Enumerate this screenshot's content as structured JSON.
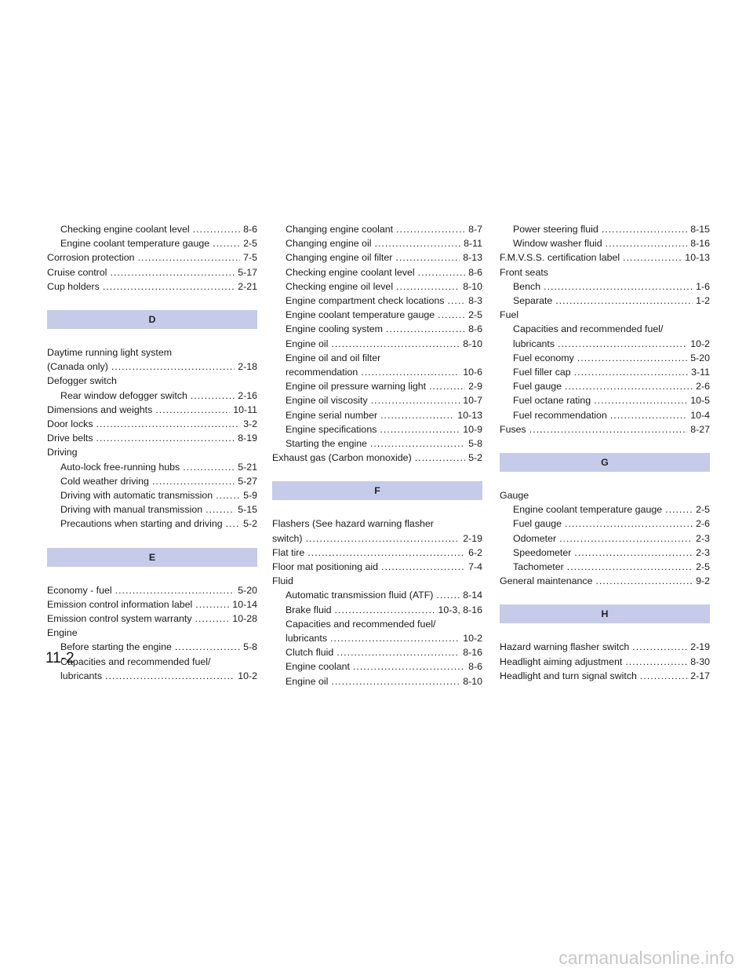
{
  "columns": [
    [
      {
        "kind": "entry",
        "text": "Checking engine coolant level",
        "page": "8-6",
        "indent": 1
      },
      {
        "kind": "entry",
        "text": "Engine coolant temperature gauge",
        "page": "2-5",
        "indent": 1
      },
      {
        "kind": "entry",
        "text": "Corrosion protection",
        "page": "7-5",
        "indent": 0
      },
      {
        "kind": "entry",
        "text": "Cruise control",
        "page": "5-17",
        "indent": 0
      },
      {
        "kind": "entry",
        "text": "Cup holders",
        "page": "2-21",
        "indent": 0
      },
      {
        "kind": "section",
        "text": "D"
      },
      {
        "kind": "label",
        "text": "Daytime running light system",
        "indent": 0
      },
      {
        "kind": "entry",
        "text": "(Canada only)",
        "page": "2-18",
        "indent": 0
      },
      {
        "kind": "label",
        "text": "Defogger switch",
        "indent": 0
      },
      {
        "kind": "entry",
        "text": "Rear window defogger switch",
        "page": "2-16",
        "indent": 1
      },
      {
        "kind": "entry",
        "text": "Dimensions and weights",
        "page": "10-11",
        "indent": 0
      },
      {
        "kind": "entry",
        "text": "Door locks",
        "page": "3-2",
        "indent": 0
      },
      {
        "kind": "entry",
        "text": "Drive belts",
        "page": "8-19",
        "indent": 0
      },
      {
        "kind": "label",
        "text": "Driving",
        "indent": 0
      },
      {
        "kind": "entry",
        "text": "Auto-lock free-running hubs",
        "page": "5-21",
        "indent": 1
      },
      {
        "kind": "entry",
        "text": "Cold weather driving",
        "page": "5-27",
        "indent": 1
      },
      {
        "kind": "entry",
        "text": "Driving with automatic transmission",
        "page": "5-9",
        "indent": 1
      },
      {
        "kind": "entry",
        "text": "Driving with manual transmission",
        "page": "5-15",
        "indent": 1
      },
      {
        "kind": "entry",
        "text": "Precautions when starting and driving",
        "page": "5-2",
        "indent": 1
      },
      {
        "kind": "section",
        "text": "E"
      },
      {
        "kind": "entry",
        "text": "Economy - fuel",
        "page": "5-20",
        "indent": 0
      },
      {
        "kind": "entry",
        "text": "Emission control information label",
        "page": "10-14",
        "indent": 0
      },
      {
        "kind": "entry",
        "text": "Emission control system warranty",
        "page": "10-28",
        "indent": 0
      },
      {
        "kind": "label",
        "text": "Engine",
        "indent": 0
      },
      {
        "kind": "entry",
        "text": "Before starting the engine",
        "page": "5-8",
        "indent": 1
      },
      {
        "kind": "label",
        "text": "Capacities and recommended fuel/",
        "indent": 1
      },
      {
        "kind": "entry",
        "text": "lubricants",
        "page": "10-2",
        "indent": 1
      }
    ],
    [
      {
        "kind": "entry",
        "text": "Changing engine coolant",
        "page": "8-7",
        "indent": 1
      },
      {
        "kind": "entry",
        "text": "Changing engine oil",
        "page": "8-11",
        "indent": 1
      },
      {
        "kind": "entry",
        "text": "Changing engine oil filter",
        "page": "8-13",
        "indent": 1
      },
      {
        "kind": "entry",
        "text": "Checking engine coolant level",
        "page": "8-6",
        "indent": 1
      },
      {
        "kind": "entry",
        "text": "Checking engine oil level",
        "page": "8-10",
        "indent": 1
      },
      {
        "kind": "entry",
        "text": "Engine compartment check locations",
        "page": "8-3",
        "indent": 1
      },
      {
        "kind": "entry",
        "text": "Engine coolant temperature gauge",
        "page": "2-5",
        "indent": 1
      },
      {
        "kind": "entry",
        "text": "Engine cooling system",
        "page": "8-6",
        "indent": 1
      },
      {
        "kind": "entry",
        "text": "Engine oil",
        "page": "8-10",
        "indent": 1
      },
      {
        "kind": "label",
        "text": "Engine oil and oil filter",
        "indent": 1
      },
      {
        "kind": "entry",
        "text": "recommendation",
        "page": "10-6",
        "indent": 1
      },
      {
        "kind": "entry",
        "text": "Engine oil pressure warning light",
        "page": "2-9",
        "indent": 1
      },
      {
        "kind": "entry",
        "text": "Engine oil viscosity",
        "page": "10-7",
        "indent": 1
      },
      {
        "kind": "entry",
        "text": "Engine serial number",
        "page": "10-13",
        "indent": 1
      },
      {
        "kind": "entry",
        "text": "Engine specifications",
        "page": "10-9",
        "indent": 1
      },
      {
        "kind": "entry",
        "text": "Starting the engine",
        "page": "5-8",
        "indent": 1
      },
      {
        "kind": "entry",
        "text": "Exhaust gas (Carbon monoxide)",
        "page": "5-2",
        "indent": 0
      },
      {
        "kind": "section",
        "text": "F"
      },
      {
        "kind": "label",
        "text": "Flashers (See hazard warning flasher",
        "indent": 0
      },
      {
        "kind": "entry",
        "text": "switch)",
        "page": "2-19",
        "indent": 0
      },
      {
        "kind": "entry",
        "text": "Flat tire",
        "page": "6-2",
        "indent": 0
      },
      {
        "kind": "entry",
        "text": "Floor mat positioning aid",
        "page": "7-4",
        "indent": 0
      },
      {
        "kind": "label",
        "text": "Fluid",
        "indent": 0
      },
      {
        "kind": "entry",
        "text": "Automatic transmission fluid (ATF)",
        "page": "8-14",
        "indent": 1
      },
      {
        "kind": "entry",
        "text": "Brake fluid",
        "page": "10-3, 8-16",
        "indent": 1
      },
      {
        "kind": "label",
        "text": "Capacities and recommended fuel/",
        "indent": 1
      },
      {
        "kind": "entry",
        "text": "lubricants",
        "page": "10-2",
        "indent": 1
      },
      {
        "kind": "entry",
        "text": "Clutch fluid",
        "page": "8-16",
        "indent": 1
      },
      {
        "kind": "entry",
        "text": "Engine coolant",
        "page": "8-6",
        "indent": 1
      },
      {
        "kind": "entry",
        "text": "Engine oil",
        "page": "8-10",
        "indent": 1
      }
    ],
    [
      {
        "kind": "entry",
        "text": "Power steering fluid",
        "page": "8-15",
        "indent": 1
      },
      {
        "kind": "entry",
        "text": "Window washer fluid",
        "page": "8-16",
        "indent": 1
      },
      {
        "kind": "entry",
        "text": "F.M.V.S.S. certification label",
        "page": "10-13",
        "indent": 0
      },
      {
        "kind": "label",
        "text": "Front seats",
        "indent": 0
      },
      {
        "kind": "entry",
        "text": "Bench",
        "page": "1-6",
        "indent": 1
      },
      {
        "kind": "entry",
        "text": "Separate",
        "page": "1-2",
        "indent": 1
      },
      {
        "kind": "label",
        "text": "Fuel",
        "indent": 0
      },
      {
        "kind": "label",
        "text": "Capacities and recommended fuel/",
        "indent": 1
      },
      {
        "kind": "entry",
        "text": "lubricants",
        "page": "10-2",
        "indent": 1
      },
      {
        "kind": "entry",
        "text": "Fuel economy",
        "page": "5-20",
        "indent": 1
      },
      {
        "kind": "entry",
        "text": "Fuel filler cap",
        "page": "3-11",
        "indent": 1
      },
      {
        "kind": "entry",
        "text": "Fuel gauge",
        "page": "2-6",
        "indent": 1
      },
      {
        "kind": "entry",
        "text": "Fuel octane rating",
        "page": "10-5",
        "indent": 1
      },
      {
        "kind": "entry",
        "text": "Fuel recommendation",
        "page": "10-4",
        "indent": 1
      },
      {
        "kind": "entry",
        "text": "Fuses",
        "page": "8-27",
        "indent": 0
      },
      {
        "kind": "section",
        "text": "G"
      },
      {
        "kind": "label",
        "text": "Gauge",
        "indent": 0
      },
      {
        "kind": "entry",
        "text": "Engine coolant temperature gauge",
        "page": "2-5",
        "indent": 1
      },
      {
        "kind": "entry",
        "text": "Fuel gauge",
        "page": "2-6",
        "indent": 1
      },
      {
        "kind": "entry",
        "text": "Odometer",
        "page": "2-3",
        "indent": 1
      },
      {
        "kind": "entry",
        "text": "Speedometer",
        "page": "2-3",
        "indent": 1
      },
      {
        "kind": "entry",
        "text": "Tachometer",
        "page": "2-5",
        "indent": 1
      },
      {
        "kind": "entry",
        "text": "General maintenance",
        "page": "9-2",
        "indent": 0
      },
      {
        "kind": "section",
        "text": "H"
      },
      {
        "kind": "entry",
        "text": "Hazard warning flasher switch",
        "page": "2-19",
        "indent": 0
      },
      {
        "kind": "entry",
        "text": "Headlight aiming adjustment",
        "page": "8-30",
        "indent": 0
      },
      {
        "kind": "entry",
        "text": "Headlight and turn signal switch",
        "page": "2-17",
        "indent": 0
      }
    ]
  ],
  "page_number": "11-2",
  "watermark": "carmanualsonline.info",
  "colors": {
    "section_bar": "#c5cbe9",
    "text": "#1a1a1a",
    "watermark": "#c7c7c7"
  }
}
